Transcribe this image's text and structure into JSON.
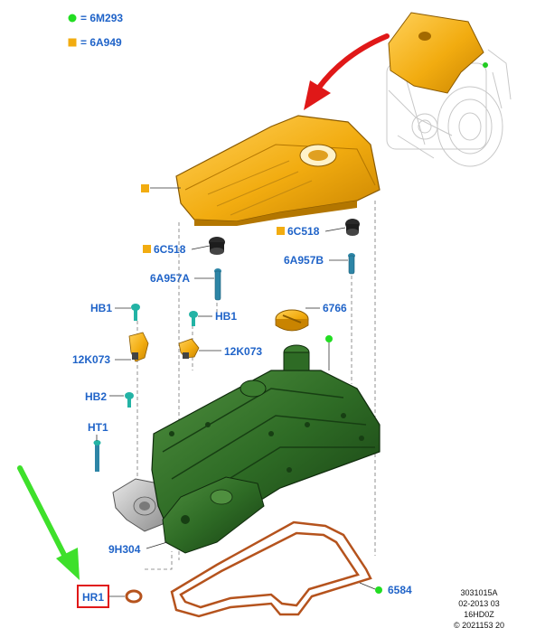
{
  "legend": [
    {
      "marker": "green-dot",
      "color": "#22dd22",
      "code": "6M293",
      "prefix": "= "
    },
    {
      "marker": "orange-square",
      "color": "#f2ac10",
      "code": "6A949",
      "prefix": "= "
    }
  ],
  "labels": {
    "cover_marker": "",
    "c6c518_left": "6C518",
    "c6c518_right": "6C518",
    "c6a957a": "6A957A",
    "c6a957b": "6A957B",
    "hb1_left": "HB1",
    "hb1_right": "HB1",
    "c6766": "6766",
    "c12k073_left": "12K073",
    "c12k073_right": "12K073",
    "hb2": "HB2",
    "ht1": "HT1",
    "c9h304": "9H304",
    "hr1": "HR1",
    "c6584": "6584"
  },
  "reference": {
    "code": "3031015A",
    "date": "02-2013 03",
    "model": "16HD0Z",
    "copyright": "© 2021153 20"
  },
  "colors": {
    "label_blue": "#1f63c8",
    "cover_orange": "#f2ac10",
    "valve_cover_green": "#2e6b25",
    "gasket_brown": "#b5531d",
    "highlight_red": "#e01818",
    "arrow_green": "#3ee02b",
    "teal_fastener": "#23b3a5",
    "sensor_blue": "#2d85a6"
  }
}
